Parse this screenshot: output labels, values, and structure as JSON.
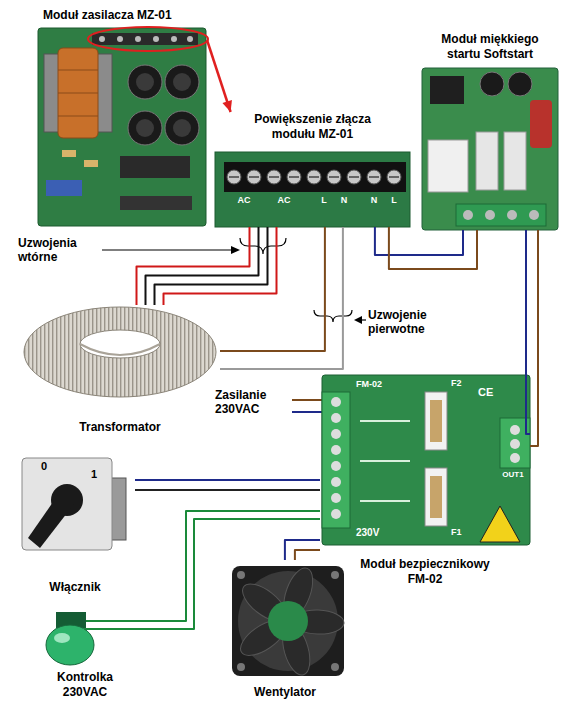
{
  "diagram": {
    "nodes": [
      {
        "text": [
          "Moduł zasilacza MZ-01"
        ]
      },
      {
        "text": [
          "Powiększenie złącza modułu MZ-01"
        ]
      },
      {
        "text": [
          "Moduł miękkiego startu Softstart"
        ]
      },
      {
        "text": [
          "Transformator"
        ]
      },
      {
        "text": [
          "Moduł bezpiecznikowy FM-02"
        ]
      },
      {
        "text": [
          "Włącznik"
        ]
      },
      {
        "text": [
          "Kontrolka 230VAC"
        ]
      },
      {
        "text": [
          "Wentylator"
        ]
      }
    ],
    "edges": [
      {
        "from": 0,
        "to": 1,
        "arrow": "to"
      },
      {
        "from": 1,
        "to": 3,
        "arrow": "none"
      },
      {
        "from": 1,
        "to": 3,
        "arrow": "none"
      },
      {
        "from": 1,
        "to": 2,
        "arrow": "none"
      },
      {
        "from": 2,
        "to": 4,
        "arrow": "none"
      },
      {
        "from": 4,
        "to": 5,
        "arrow": "none"
      },
      {
        "from": 4,
        "to": 6,
        "arrow": "none"
      },
      {
        "from": 4,
        "to": 7,
        "arrow": "none"
      }
    ],
    "labels": [
      "Uzwojenia wtórne",
      "Uzwojenie pierwotne",
      "Zasilanie 230VAC",
      "AC",
      "AC",
      "L",
      "N",
      "N",
      "L",
      "FM-02",
      "230V",
      "OUT1",
      "F1",
      "F2",
      "CE",
      "0",
      "1"
    ]
  }
}
